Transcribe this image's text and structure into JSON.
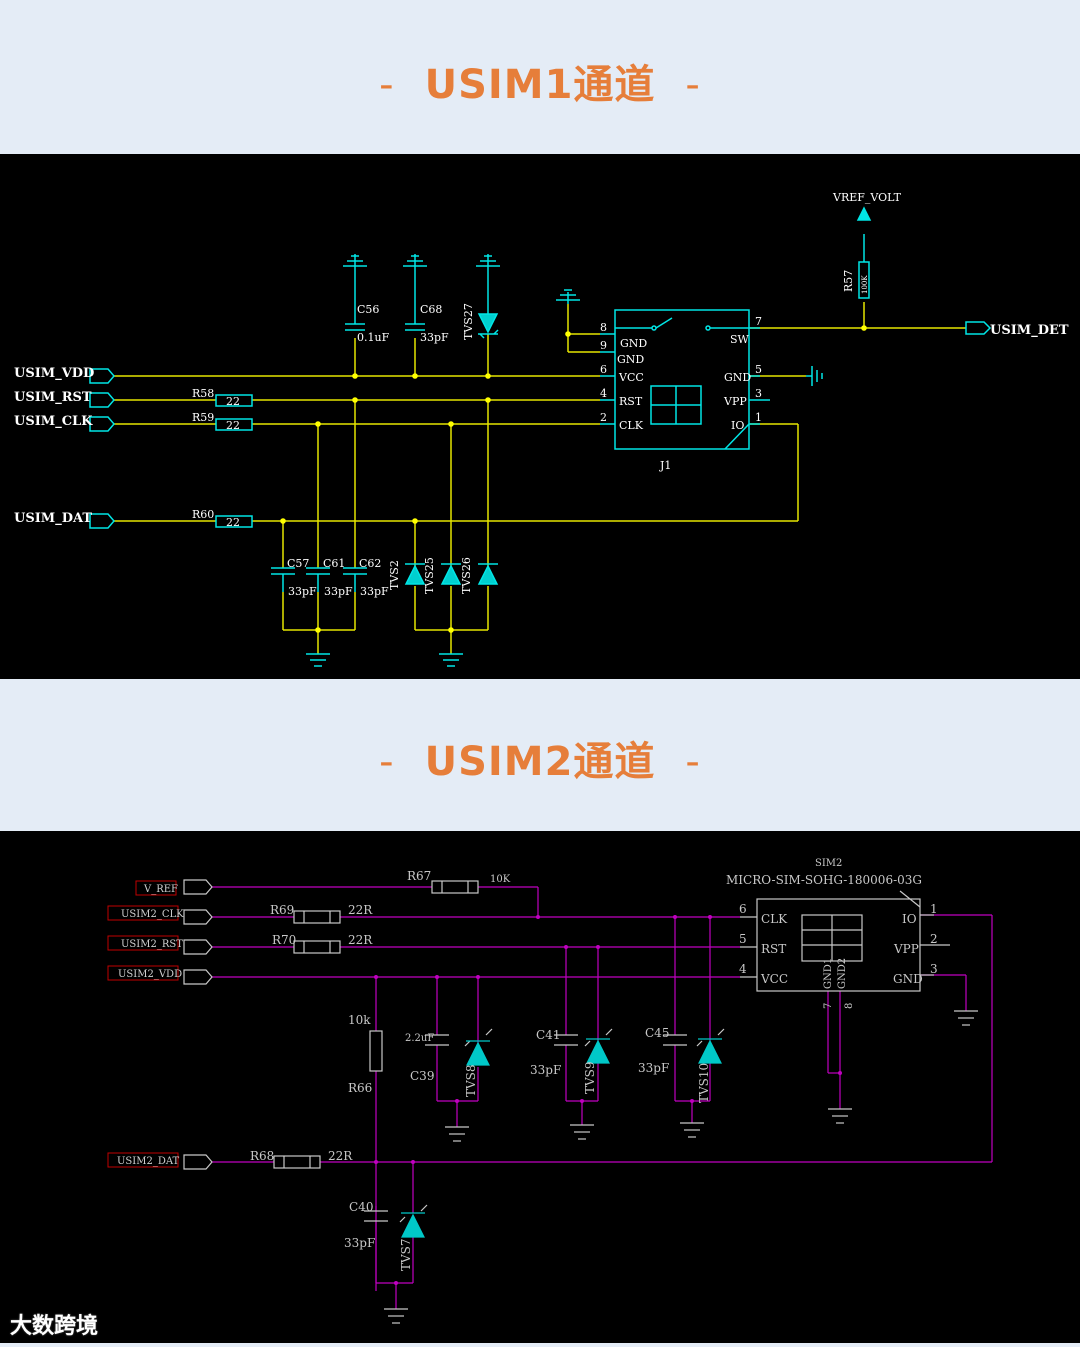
{
  "header1": {
    "dash_left": "-",
    "title": "USIM1通道",
    "dash_right": "-"
  },
  "header2": {
    "dash_left": "-",
    "title": "USIM2通道",
    "dash_right": "-"
  },
  "schematic1": {
    "nets_left": [
      "USIM_VDD",
      "USIM_RST",
      "USIM_CLK",
      "USIM_DAT"
    ],
    "net_right": "USIM_DET",
    "net_top": "VREF_VOLT",
    "resistors": [
      {
        "ref": "R58",
        "value": "22"
      },
      {
        "ref": "R59",
        "value": "22"
      },
      {
        "ref": "R60",
        "value": "22"
      },
      {
        "ref": "R57",
        "value": "100K"
      }
    ],
    "caps_top": [
      {
        "ref": "C56",
        "value": "0.1uF"
      },
      {
        "ref": "C68",
        "value": "33pF"
      }
    ],
    "caps_bottom": [
      {
        "ref": "C57",
        "value": "33pF"
      },
      {
        "ref": "C61",
        "value": "33pF"
      },
      {
        "ref": "C62",
        "value": "33pF"
      }
    ],
    "tvs": [
      "TVS27",
      "TVS2",
      "TVS25",
      "TVS26"
    ],
    "connector": {
      "ref": "J1",
      "left_pins": [
        {
          "num": "8",
          "name": ""
        },
        {
          "num": "9",
          "name": "GND"
        },
        {
          "num": "",
          "name": "GND"
        },
        {
          "num": "6",
          "name": "VCC"
        },
        {
          "num": "4",
          "name": "RST"
        },
        {
          "num": "2",
          "name": "CLK"
        }
      ],
      "right_pins": [
        {
          "num": "7",
          "name": "SW"
        },
        {
          "num": "5",
          "name": "GND"
        },
        {
          "num": "3",
          "name": "VPP"
        },
        {
          "num": "1",
          "name": "IO"
        }
      ]
    }
  },
  "schematic2": {
    "nets_left": [
      "V_REF",
      "USIM2_CLK",
      "USIM2_RST",
      "USIM2_VDD",
      "USIM2_DAT"
    ],
    "resistors": [
      {
        "ref": "R67",
        "value": "10K"
      },
      {
        "ref": "R69",
        "value": "22R"
      },
      {
        "ref": "R70",
        "value": "22R"
      },
      {
        "ref": "R66",
        "value": "10k"
      },
      {
        "ref": "R68",
        "value": "22R"
      }
    ],
    "caps": [
      {
        "ref": "C39",
        "value": "2.2uF"
      },
      {
        "ref": "C41",
        "value": "33pF"
      },
      {
        "ref": "C45",
        "value": "33pF"
      },
      {
        "ref": "C40",
        "value": "33pF"
      }
    ],
    "tvs": [
      "TVS8",
      "TVS9",
      "TVS10",
      "TVS7"
    ],
    "connector": {
      "ref": "SIM2",
      "part": "MICRO-SIM-SOHG-180006-03G",
      "left_pins": [
        {
          "num": "6",
          "name": "CLK"
        },
        {
          "num": "5",
          "name": "RST"
        },
        {
          "num": "4",
          "name": "VCC"
        }
      ],
      "right_pins": [
        {
          "num": "1",
          "name": "IO"
        },
        {
          "num": "2",
          "name": "VPP"
        },
        {
          "num": "3",
          "name": "GND"
        }
      ],
      "bottom_pins": [
        {
          "num": "7",
          "name": "GND1"
        },
        {
          "num": "8",
          "name": "GND2"
        }
      ]
    }
  },
  "watermark": "大数跨境",
  "colors": {
    "header_bg": "#e4ecf6",
    "title": "#e67e3a",
    "wire1": "#e6e600",
    "component1": "#00e6e6",
    "wire2": "#c000c0",
    "component2": "#c8c8c8",
    "tvs_fill": "#00c8c8"
  }
}
